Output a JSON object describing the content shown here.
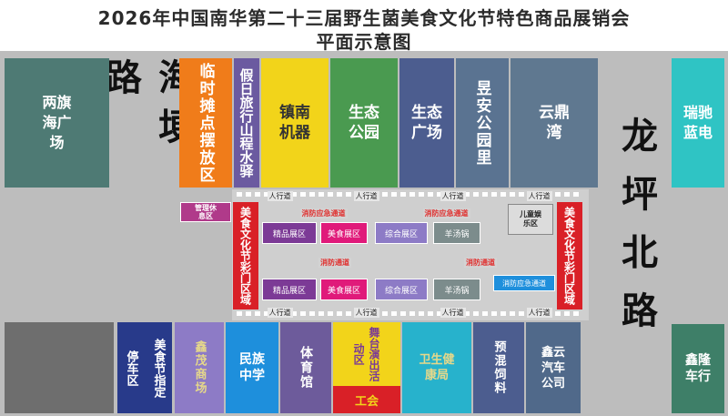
{
  "title": {
    "line1": "2026年中国南华第二十三届野生菌美食文化节特色商品展销会",
    "line2": "平面示意图"
  },
  "roads": {
    "haigeng": "海埂路",
    "longping": "龙坪北路"
  },
  "top_blocks": [
    {
      "label": "两旗海广场",
      "color": "#4e7a74"
    },
    {
      "label": "临时摊点摆放区",
      "color": "#f07c1a"
    },
    {
      "label": "假日旅行山程水驿",
      "color": "#6b5aa0"
    },
    {
      "label": "镇南机器",
      "color": "#f2d41a"
    },
    {
      "label": "生态公园",
      "color": "#4a9a50"
    },
    {
      "label": "生态广场",
      "color": "#4c5d8f"
    },
    {
      "label": "昱安公园里",
      "color": "#5a7391"
    },
    {
      "label": "云鼎湾",
      "color": "#5f7890"
    },
    {
      "label": "瑞驰蓝电",
      "color": "#2fc4c4"
    }
  ],
  "bottom_blocks": [
    {
      "label": "停车区",
      "color": "#283a8a"
    },
    {
      "label": "美食节指定",
      "color": "#283a8a"
    },
    {
      "label": "鑫茂商场",
      "color": "#8d7bc6"
    },
    {
      "label": "民族中学",
      "color": "#1e8fdc"
    },
    {
      "label": "体育馆",
      "color": "#6d5b9b"
    },
    {
      "label": "舞台演出活动区",
      "color": "#f2d41a"
    },
    {
      "label": "工会",
      "color": "#d92027"
    },
    {
      "label": "卫生健康局",
      "color": "#27b2cc"
    },
    {
      "label": "预混饲料",
      "color": "#4c5d8f"
    },
    {
      "label": "鑫云汽车公司",
      "color": "#50698a"
    },
    {
      "label": "鑫隆车行",
      "color": "#3e7f68"
    }
  ],
  "inner": {
    "management": "管理休息区",
    "gate_left": "美食文化节彩门区域",
    "gate_right": "美食文化节彩门区域",
    "kids": "儿童娱乐区",
    "walkway": "人行道",
    "fire_lane": "消防应急通道",
    "fire_lane_short": "消防通道",
    "emergency_right": "消防应急通道",
    "zones_row1": [
      "精品展区",
      "美食展区",
      "综合展区",
      "羊汤锅"
    ],
    "zones_row2": [
      "精品展区",
      "美食展区",
      "综合展区",
      "羊汤锅"
    ]
  },
  "colors": {
    "gate": "#d92027",
    "jingpin": "#7c3a96",
    "meishi": "#e01a7a",
    "zonghe": "#8d7bc6",
    "yangtang": "#7c8c8c",
    "fire_red": "#e0302f"
  }
}
